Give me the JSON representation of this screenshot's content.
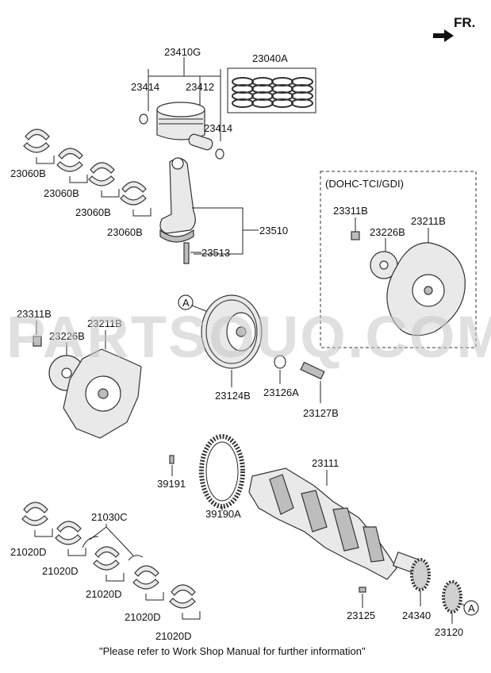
{
  "direction": {
    "label": "FR."
  },
  "watermark": "PARTSOUQ.COM",
  "group_box": {
    "label": "(DOHC-TCI/GDI)"
  },
  "callout_letter": "A",
  "parts": {
    "p23410G": "23410G",
    "p23040A": "23040A",
    "p23414_a": "23414",
    "p23412": "23412",
    "p23414_b": "23414",
    "p23060B_1": "23060B",
    "p23060B_2": "23060B",
    "p23060B_3": "23060B",
    "p23060B_4": "23060B",
    "p23510": "23510",
    "p23513": "23513",
    "p23311B_box": "23311B",
    "p23226B_box": "23226B",
    "p23211B_box": "23211B",
    "p23311B": "23311B",
    "p23211B": "23211B",
    "p23226B": "23226B",
    "p23124B": "23124B",
    "p23126A": "23126A",
    "p23127B": "23127B",
    "p23111": "23111",
    "p39191": "39191",
    "p39190A": "39190A",
    "p21030C": "21030C",
    "p21020D_1": "21020D",
    "p21020D_2": "21020D",
    "p21020D_3": "21020D",
    "p21020D_4": "21020D",
    "p21020D_5": "21020D",
    "p23125": "23125",
    "p24340": "24340",
    "p23120": "23120"
  },
  "footer_note": "\"Please refer to Work Shop Manual for further information\""
}
